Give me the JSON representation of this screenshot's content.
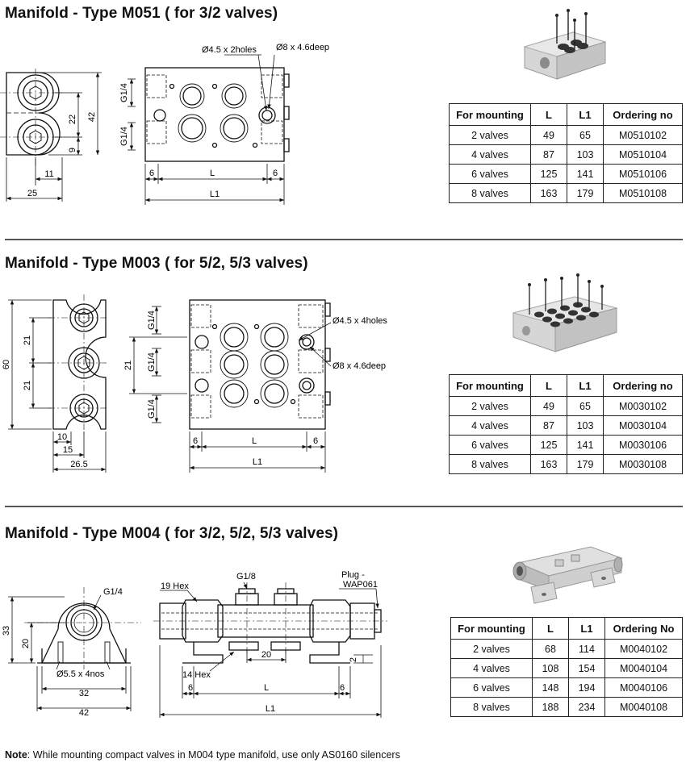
{
  "sections": [
    {
      "title": "Manifold - Type M051 ( for 3/2 valves)",
      "headers": [
        "For mounting",
        "L",
        "L1",
        "Ordering no"
      ],
      "rows": [
        [
          "2 valves",
          "49",
          "65",
          "M0510102"
        ],
        [
          "4 valves",
          "87",
          "103",
          "M0510104"
        ],
        [
          "6 valves",
          "125",
          "141",
          "M0510106"
        ],
        [
          "8 valves",
          "163",
          "179",
          "M0510108"
        ]
      ],
      "dims": {
        "holes": "Ø4.5 x 2holes",
        "deep": "Ø8 x 4.6deep",
        "port_a": "G1/4",
        "port_b": "G1/4",
        "h22": "22",
        "h42": "42",
        "h9": "9",
        "w11": "11",
        "w25": "25",
        "l6a": "6",
        "l": "L",
        "l6b": "6",
        "l1": "L1"
      }
    },
    {
      "title": "Manifold - Type M003 ( for 5/2, 5/3 valves)",
      "headers": [
        "For mounting",
        "L",
        "L1",
        "Ordering no"
      ],
      "rows": [
        [
          "2 valves",
          "49",
          "65",
          "M0030102"
        ],
        [
          "4 valves",
          "87",
          "103",
          "M0030104"
        ],
        [
          "6 valves",
          "125",
          "141",
          "M0030106"
        ],
        [
          "8 valves",
          "163",
          "179",
          "M0030108"
        ]
      ],
      "dims": {
        "h60": "60",
        "h21a": "21",
        "h21b": "21",
        "w10": "10",
        "w15": "15",
        "w265": "26.5",
        "port_a": "G1/4",
        "port_b": "G1/4",
        "port_c": "G1/4",
        "h21c": "21",
        "holes": "Ø4.5 x 4holes",
        "deep": "Ø8 x 4.6deep",
        "l6a": "6",
        "l": "L",
        "l6b": "6",
        "l1": "L1"
      }
    },
    {
      "title": "Manifold - Type M004 ( for 3/2, 5/2, 5/3 valves)",
      "headers": [
        "For mounting",
        "L",
        "L1",
        "Ordering No"
      ],
      "rows": [
        [
          "2 valves",
          "68",
          "114",
          "M0040102"
        ],
        [
          "4 valves",
          "108",
          "154",
          "M0040104"
        ],
        [
          "6 valves",
          "148",
          "194",
          "M0040106"
        ],
        [
          "8 valves",
          "188",
          "234",
          "M0040108"
        ]
      ],
      "dims": {
        "port": "G1/4",
        "h33": "33",
        "h20": "20",
        "holes": "Ø5.5 x 4nos",
        "w32": "32",
        "w42": "42",
        "hex19": "19 Hex",
        "g18": "G1/8",
        "plug": "Plug -",
        "plug2": "WAP061",
        "w20": "20",
        "hex14": "14 Hex",
        "l6a": "6",
        "l": "L",
        "l6b": "6",
        "h2": "2",
        "l1": "L1"
      }
    }
  ],
  "note": {
    "label": "Note",
    "text": ": While mounting compact valves in M004 type manifold, use only AS0160 silencers"
  }
}
